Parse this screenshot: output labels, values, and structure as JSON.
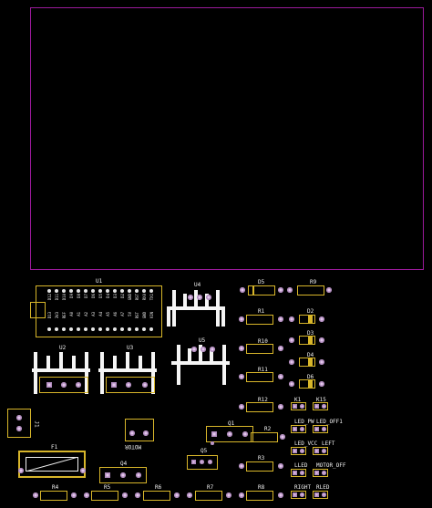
{
  "board": {
    "outline_color": "#9b1a9b",
    "silk_color": "#d8b62a",
    "pad_color": "#e3c8ec"
  },
  "labels": {
    "U1": "U1",
    "U2": "U2",
    "U3": "U3",
    "U4": "U4",
    "U5": "U5",
    "D5": "D5",
    "R9": "R9",
    "R1": "R1",
    "D2": "D2",
    "R10": "R10",
    "D3": "D3",
    "R11": "R11",
    "D4": "D4",
    "D6": "D6",
    "R12": "R12",
    "K1": "K1",
    "K15": "K15",
    "LED_PWR": "LED_PW",
    "LED_OFF1": "LED_OFF1",
    "LED_VCC": "LED_VCC",
    "LED_LEFT": "LEFT",
    "LLED": "LLED",
    "MOTOR_OFF": "MOTOR_OFF",
    "RIGHT": "RIGHT",
    "RLED": "RLED",
    "Q1": "Q1",
    "Q4": "Q4",
    "Q5": "Q5",
    "R2": "R2",
    "R3": "R3",
    "R4": "R4",
    "R5": "R5",
    "R6": "R6",
    "R7": "R7",
    "R8": "R8",
    "F1": "F1",
    "J1": "J1",
    "MOTOR": "MOTOR"
  },
  "u1_pins_top": [
    "D12",
    "D11",
    "D10",
    "D9",
    "D8",
    "D7",
    "D6",
    "D5",
    "D4",
    "D3",
    "D2",
    "GND",
    "RST",
    "RX0",
    "TX1"
  ],
  "u1_pins_bottom": [
    "D13",
    "3V3",
    "REF",
    "A0",
    "A1",
    "A2",
    "A3",
    "A4",
    "A5",
    "A6",
    "A7",
    "5V",
    "RST",
    "GND",
    "VIN"
  ]
}
